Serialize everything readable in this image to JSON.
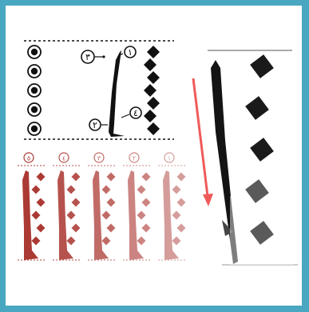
{
  "diagram": {
    "reference": {
      "labels": [
        "٣",
        "١",
        "٤",
        "٢"
      ],
      "dots_count": 5,
      "diamonds_count": 7
    },
    "steps": {
      "count": 5,
      "labels": [
        "٥",
        "٤",
        "٣",
        "٢",
        "١"
      ],
      "stroke_color": "#a8302a"
    },
    "arrow": {
      "color": "#f05a5a",
      "direction": "down"
    },
    "enlarged_letter": {
      "diamonds_count": 5,
      "ink_color": "#1a1a1a"
    }
  }
}
